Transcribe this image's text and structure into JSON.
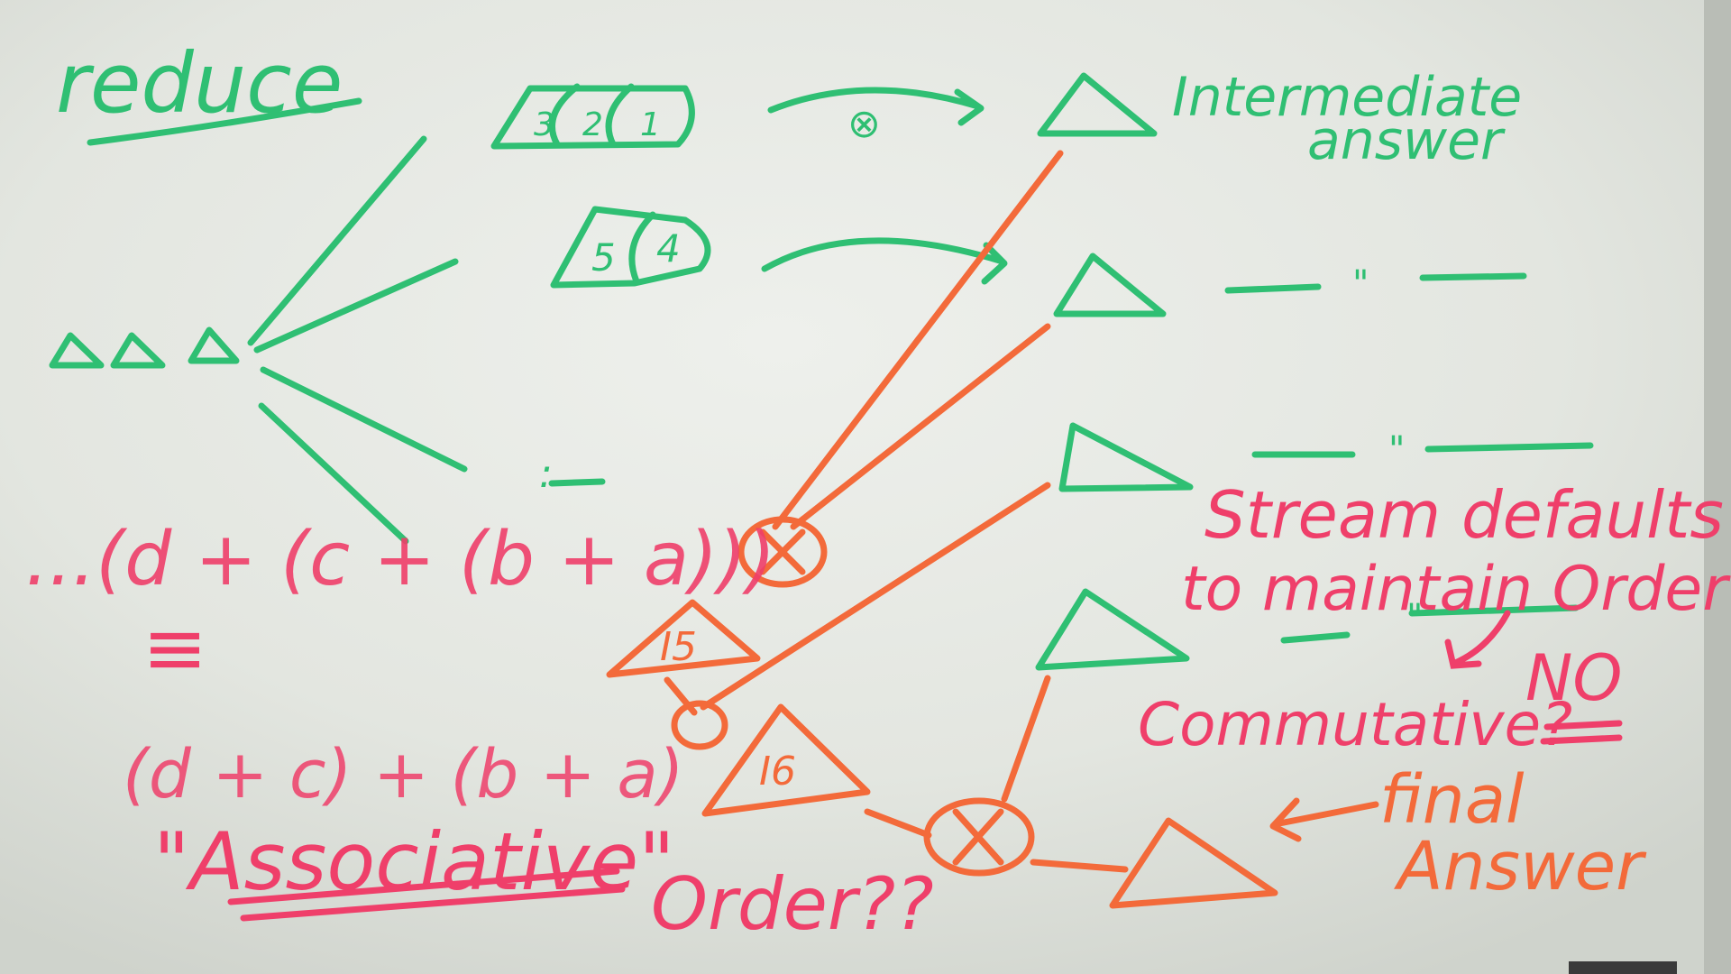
{
  "board": {
    "colors": {
      "green": "#2fbf73",
      "red": "#ef3f6a",
      "orange": "#f36a3a",
      "board_bg": "#e6e8e3"
    },
    "texts": {
      "reduce": "reduce",
      "elements": [
        "3",
        "2",
        "1"
      ],
      "elements_b": [
        "5",
        "4"
      ],
      "op_symbol": "⊗",
      "intermediate_1": "Intermediate",
      "intermediate_2": "answer",
      "ditto": "— \" —",
      "ellipsis": ":",
      "expr_nested": "...(d + (c + (b + a)))",
      "equiv": "≡",
      "expr_grouped": "(d + c) + (b + a)",
      "associative": "\"Associative\"",
      "order_q": "Order??",
      "i5": "I5",
      "i6": "I6",
      "stream_1": "Stream defaults",
      "stream_2": "to maintain Order",
      "commutative": "Commutative?",
      "no": "NO",
      "final_1": "final",
      "final_2": "Answer"
    }
  }
}
